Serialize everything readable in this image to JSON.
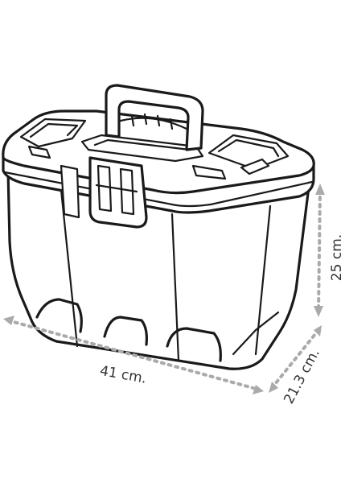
{
  "dimensions": {
    "width_label": "41 cm.",
    "height_label": "25 cm.",
    "depth_label": "21.3 cm."
  },
  "colors": {
    "outline": "#1a1a1a",
    "dimension_line": "#aaaaaa",
    "dimension_text": "#333333",
    "background": "#ffffff"
  }
}
